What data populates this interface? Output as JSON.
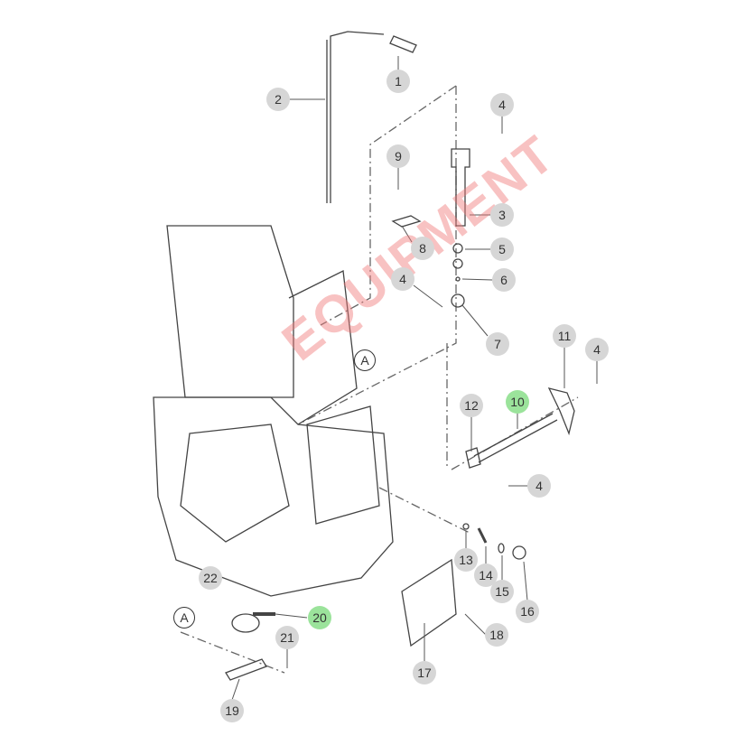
{
  "diagram": {
    "callouts": [
      {
        "label": "1",
        "highlight": false
      },
      {
        "label": "2",
        "highlight": false
      },
      {
        "label": "4",
        "highlight": false
      },
      {
        "label": "9",
        "highlight": false
      },
      {
        "label": "3",
        "highlight": false
      },
      {
        "label": "8",
        "highlight": false
      },
      {
        "label": "5",
        "highlight": false
      },
      {
        "label": "4",
        "highlight": false
      },
      {
        "label": "6",
        "highlight": false
      },
      {
        "label": "7",
        "highlight": false
      },
      {
        "label": "11",
        "highlight": false
      },
      {
        "label": "4",
        "highlight": false
      },
      {
        "label": "12",
        "highlight": false
      },
      {
        "label": "10",
        "highlight": true
      },
      {
        "label": "4",
        "highlight": false
      },
      {
        "label": "13",
        "highlight": false
      },
      {
        "label": "14",
        "highlight": false
      },
      {
        "label": "15",
        "highlight": false
      },
      {
        "label": "16",
        "highlight": false
      },
      {
        "label": "22",
        "highlight": false
      },
      {
        "label": "20",
        "highlight": true
      },
      {
        "label": "18",
        "highlight": false
      },
      {
        "label": "21",
        "highlight": false
      },
      {
        "label": "17",
        "highlight": false
      },
      {
        "label": "19",
        "highlight": false
      }
    ],
    "view_markers": [
      {
        "label": "A"
      },
      {
        "label": "A"
      }
    ],
    "watermark_text": "EQUIPMENT",
    "colors": {
      "callout": "#d6d6d6",
      "highlight": "#9be39b",
      "watermark": "#f07878"
    }
  }
}
